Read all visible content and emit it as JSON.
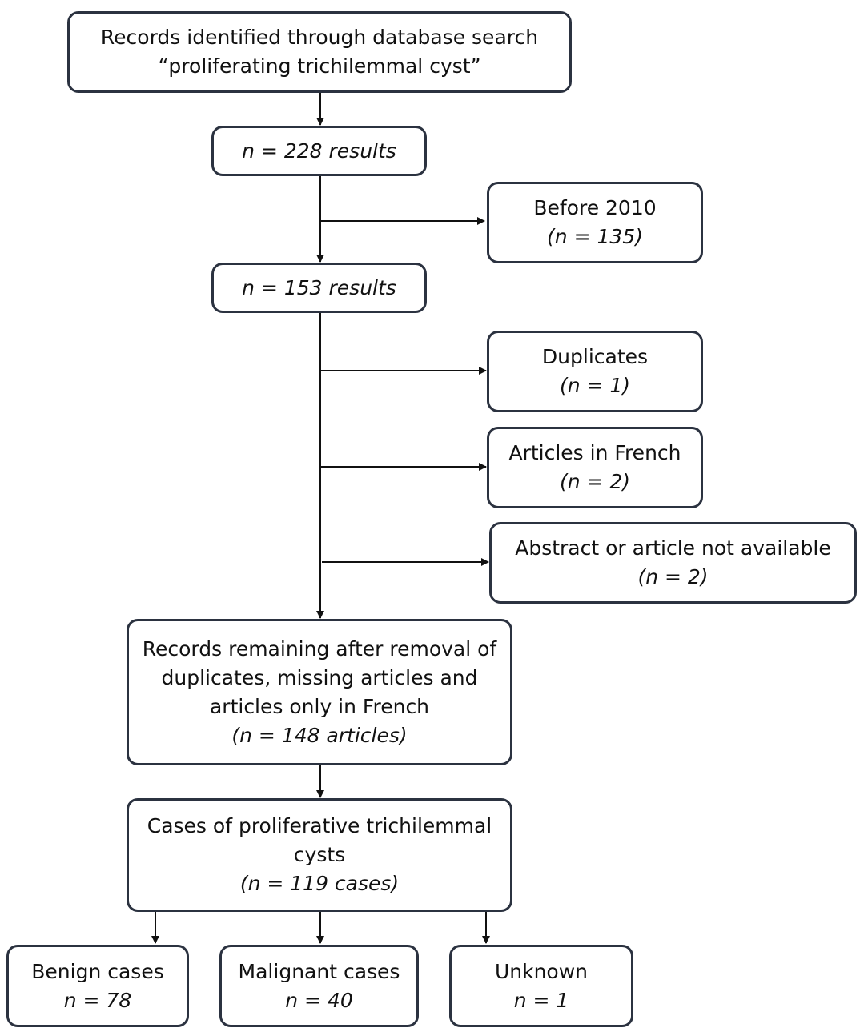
{
  "records": {
    "line1": "Records identified through database search",
    "line2": "“proliferating trichilemmal cyst”"
  },
  "n228": {
    "count": "n = 228 results"
  },
  "before2010": {
    "label": "Before 2010",
    "count": "(n = 135)"
  },
  "n153": {
    "count": "n = 153 results"
  },
  "duplicates": {
    "label": "Duplicates",
    "count": "(n = 1)"
  },
  "french": {
    "label": "Articles in French",
    "count": "(n = 2)"
  },
  "unavailable": {
    "label": "Abstract or article not available",
    "count": "(n = 2)"
  },
  "remaining": {
    "line1": "Records remaining after removal of",
    "line2": "duplicates, missing articles and",
    "line3": "articles only in French",
    "count": "(n = 148 articles)"
  },
  "cases": {
    "line1": "Cases of proliferative trichilemmal",
    "line2": "cysts",
    "count": "(n = 119 cases)"
  },
  "benign": {
    "label": "Benign cases",
    "count": "n = 78"
  },
  "malignant": {
    "label": "Malignant cases",
    "count": "n = 40"
  },
  "unknown": {
    "label": "Unknown",
    "count": "n = 1"
  }
}
